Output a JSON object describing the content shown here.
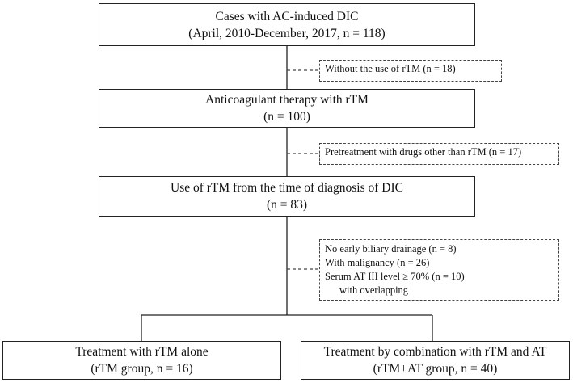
{
  "boxes": {
    "cases": {
      "line1": "Cases with AC-induced DIC",
      "line2": "(April, 2010-December, 2017, n = 118)"
    },
    "anticoag": {
      "line1": "Anticoagulant therapy with rTM",
      "line2": "(n = 100)"
    },
    "use_rtm": {
      "line1": "Use of rTM from the time of diagnosis of DIC",
      "line2": "(n = 83)"
    },
    "rtm_alone": {
      "line1": "Treatment with rTM alone",
      "line2": "(rTM group, n = 16)"
    },
    "combination": {
      "line1": "Treatment by combination with rTM and AT",
      "line2": "(rTM+AT group, n = 40)"
    }
  },
  "exclusions": {
    "without_rtm": "Without the use of rTM (n = 18)",
    "pretreatment": "Pretreatment with drugs other than rTM (n = 17)",
    "criteria": [
      "No early biliary drainage (n = 8)",
      "With malignancy (n = 26)",
      "Serum AT III level ≥ 70% (n = 10)",
      "with overlapping"
    ]
  }
}
